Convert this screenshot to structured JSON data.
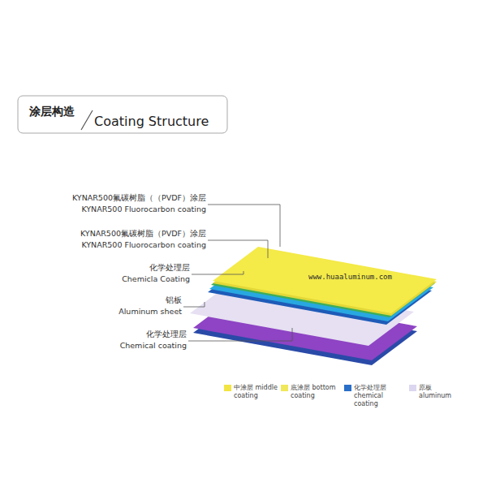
{
  "diagram": {
    "title": "涂层构造",
    "labels": [
      "Coating Structure",
      "KYNAR500氟碳树脂（（PVDF）涂层",
      "KYNAR500 Fluorocarbon coating",
      "KYNAR500氟碳树脂（PVDF）涂层",
      "KYNAR500 Fluorocarbon coating",
      "化学处理层",
      "Chemicla Coating",
      "铝板",
      "Aluminum sheet",
      "化学处理层",
      "Chemical coating",
      "www.huaaluminum.com"
    ],
    "legend": [
      {
        "text": "中涂层 middle coating",
        "color": "#f2e442"
      },
      {
        "text": "底涂层 bottom coating",
        "color": "#f0e85a"
      },
      {
        "text": "化学处理层 chemical coating",
        "color": "#2a6fc8"
      },
      {
        "text": "原板 aluminum",
        "color": "#dcd6f0"
      }
    ]
  }
}
